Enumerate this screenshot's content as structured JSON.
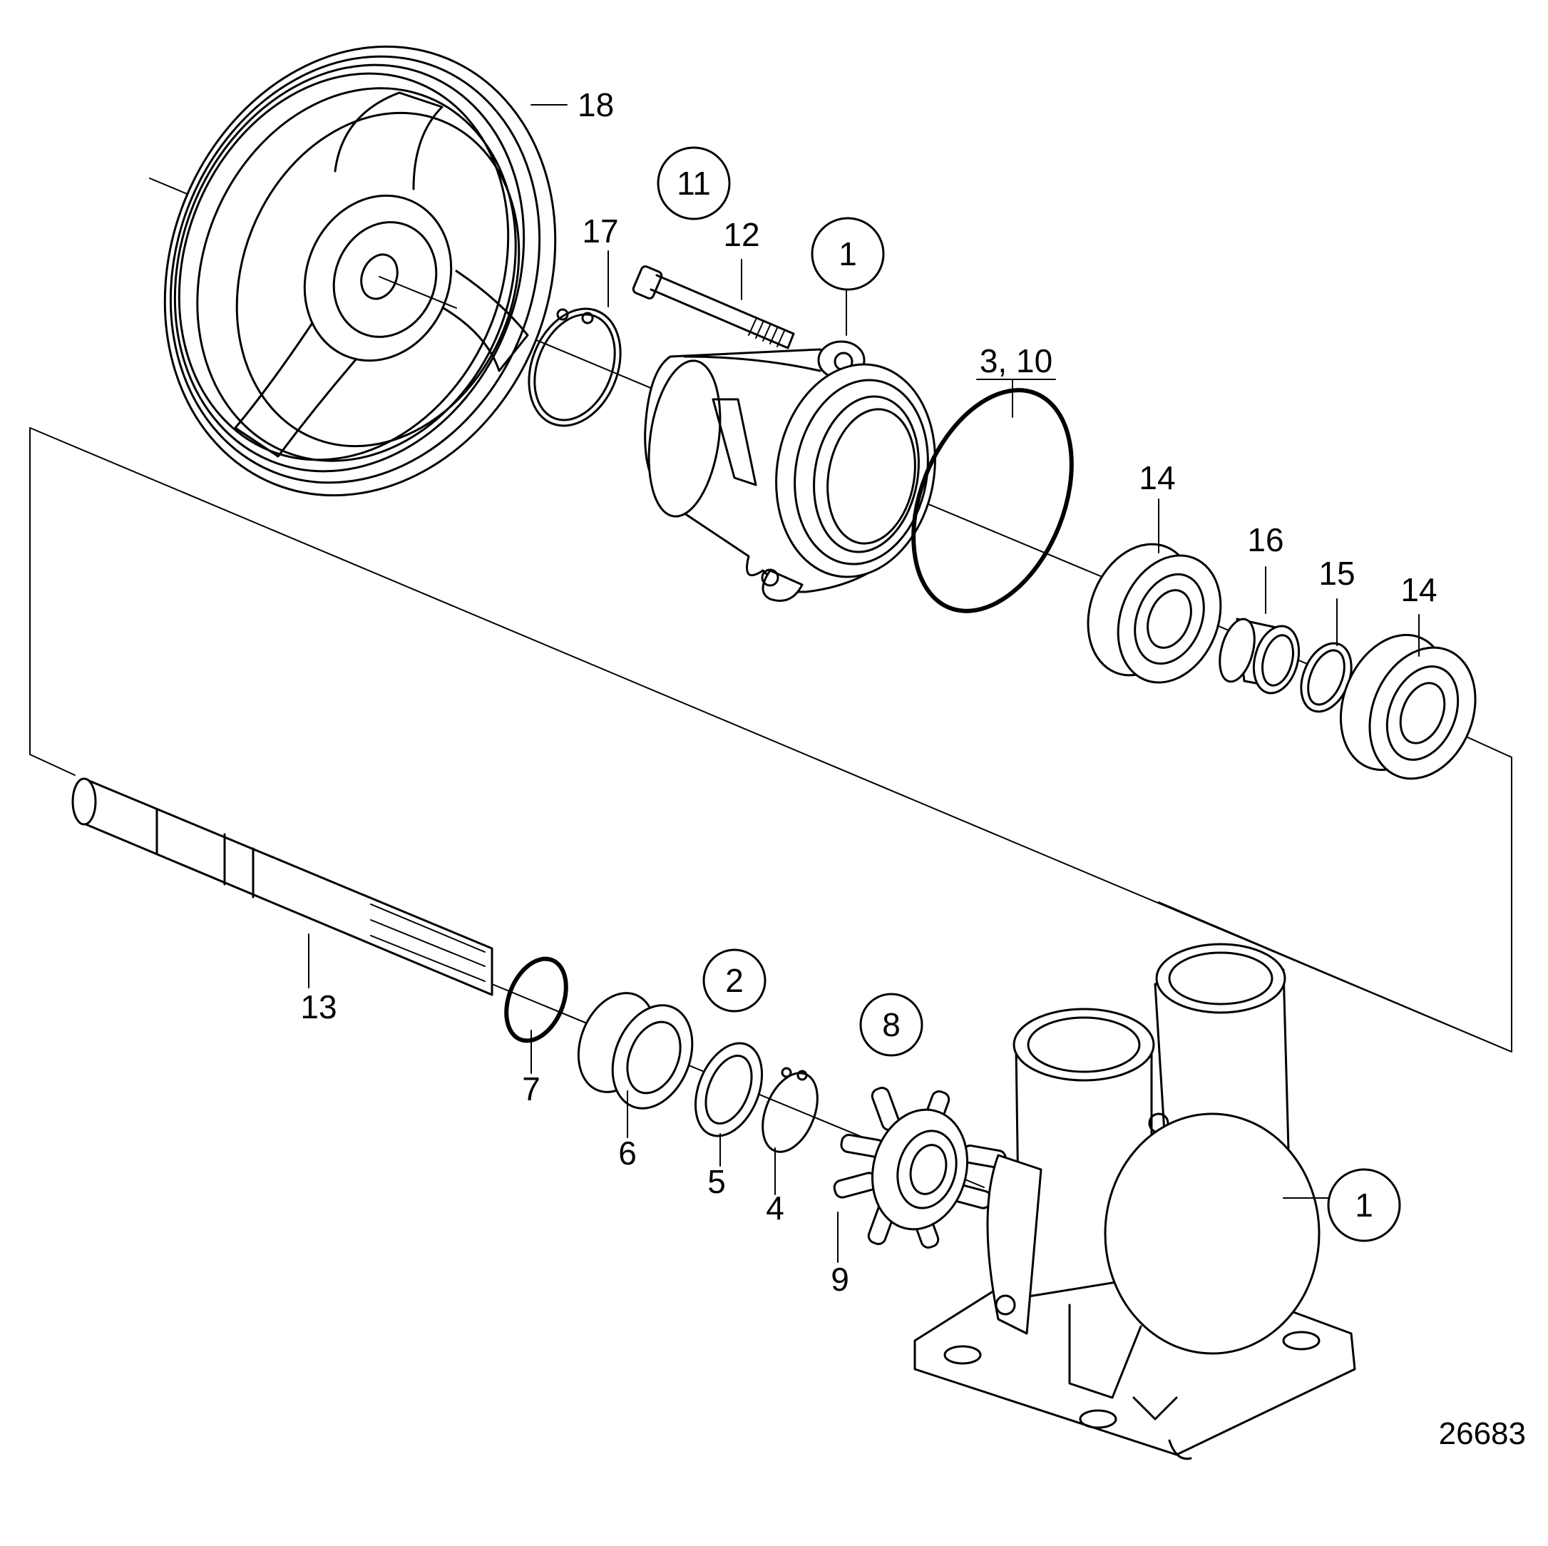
{
  "figure_number": "26683",
  "callouts": {
    "c1_top": "1",
    "c1_bottom": "1",
    "c2": "2",
    "c3_10": "3, 10",
    "c4": "4",
    "c5": "5",
    "c6": "6",
    "c7": "7",
    "c8": "8",
    "c9": "9",
    "c11": "11",
    "c12": "12",
    "c13": "13",
    "c14_left": "14",
    "c14_right": "14",
    "c15": "15",
    "c16": "16",
    "c17": "17",
    "c18": "18"
  }
}
